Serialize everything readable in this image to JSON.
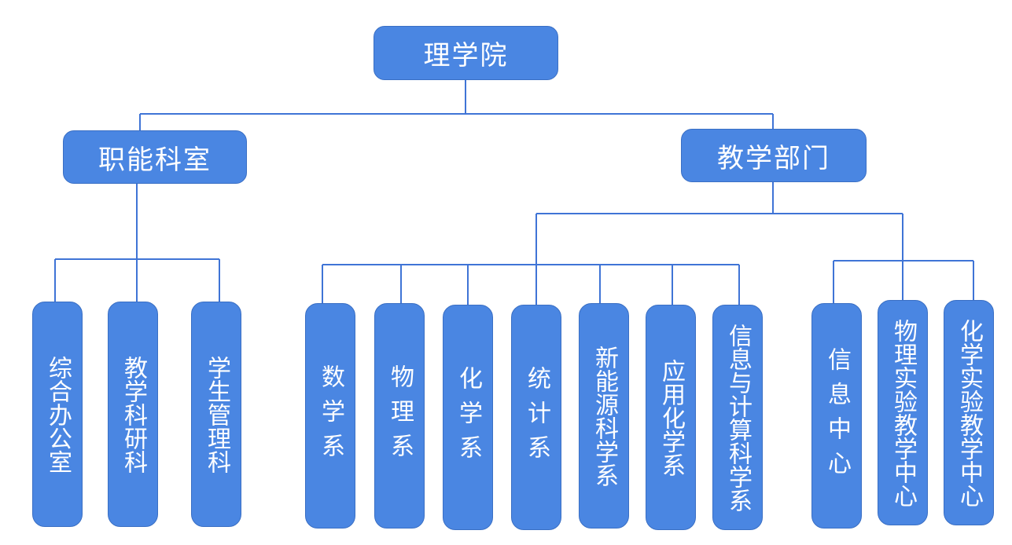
{
  "root": "理学院",
  "branches": {
    "admin": "职能科室",
    "teaching": "教学部门"
  },
  "admin_units": [
    "综合办公室",
    "教学科研科",
    "学生管理科"
  ],
  "departments": [
    "数学系",
    "物理系",
    "化学系",
    "统计系",
    "新能源科学系",
    "应用化学系",
    "信息与计算科学系"
  ],
  "centers": [
    "信息中心",
    "物理实验教学中心",
    "化学实验教学中心"
  ],
  "colors": {
    "node_fill": "#4a86e2",
    "node_border": "#3a6fc4",
    "connector": "#3f74d6",
    "text": "#ffffff"
  }
}
